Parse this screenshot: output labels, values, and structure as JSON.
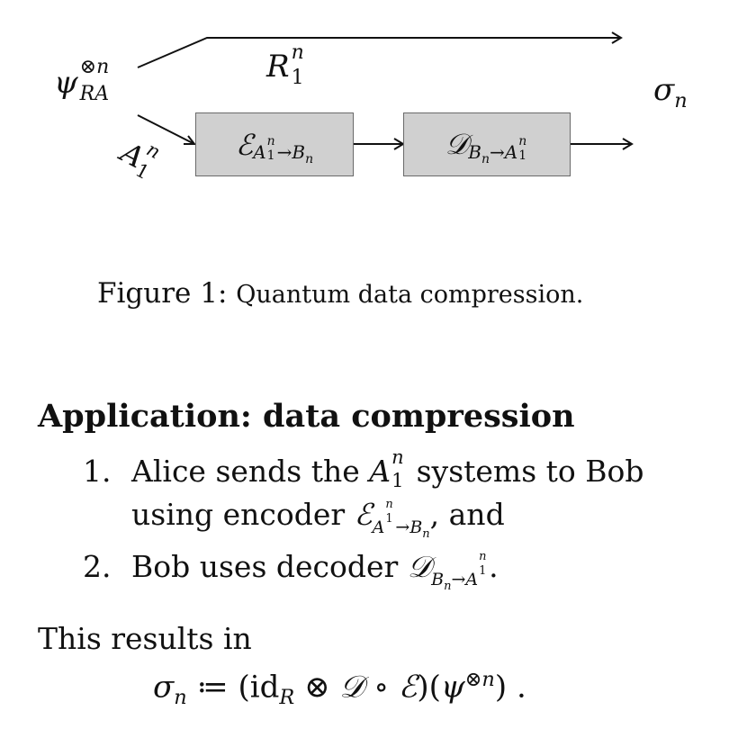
{
  "figure": {
    "input_state": "ψ",
    "input_state_sup": "⊗n",
    "input_state_sub": "RA",
    "upper_wire_label": "R",
    "upper_wire_sub": "1",
    "upper_wire_sup": "n",
    "lower_wire_label": "A",
    "lower_wire_sub": "1",
    "lower_wire_sup": "n",
    "output_label": "σ",
    "output_sub": "n",
    "encoder": {
      "symbol": "ℰ",
      "sub_a": "A",
      "sub_a_sub": "1",
      "sub_a_sup": "n",
      "sub_arrow": "→",
      "sub_b": "B",
      "sub_b_sub": "n"
    },
    "decoder": {
      "symbol": "𝒟",
      "sub_b": "B",
      "sub_b_sub": "n",
      "sub_arrow": "→",
      "sub_a": "A",
      "sub_a_sub": "1",
      "sub_a_sup": "n"
    }
  },
  "caption": {
    "prefix": "Figure 1:",
    "text": "Quantum data compression."
  },
  "section": {
    "heading": "Application: data compression",
    "items": [
      {
        "number": "1.",
        "line1_pre": "Alice sends the",
        "line1_post": "systems to Bob",
        "line2_pre": "using encoder",
        "line2_post": ", and"
      },
      {
        "number": "2.",
        "pre": "Bob uses decoder",
        "post": "."
      }
    ],
    "result_text": "This results in",
    "equation": {
      "lhs": "σ",
      "lhs_sub": "n",
      "assign": "≔",
      "open": "(",
      "id": "id",
      "id_sub": "R",
      "otimes": "⊗",
      "D": "𝒟",
      "circ": "∘",
      "E": "ℰ",
      "mid": ")(",
      "psi": "ψ",
      "psi_sup": "⊗n",
      "close": ")",
      "end": "."
    }
  }
}
